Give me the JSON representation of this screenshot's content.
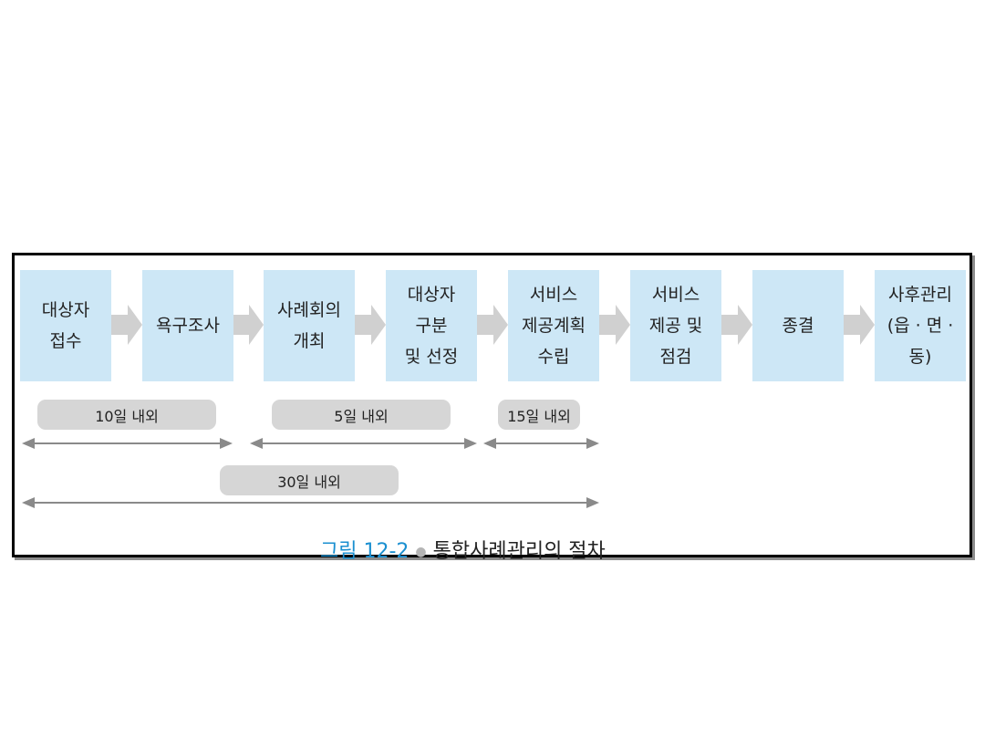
{
  "steps": [
    {
      "label": "대상자\n접수"
    },
    {
      "label": "욕구조사"
    },
    {
      "label": "사례회의\n개최"
    },
    {
      "label": "대상자\n구분\n및 선정"
    },
    {
      "label": "서비스\n제공계획\n수립"
    },
    {
      "label": "서비스\n제공 및\n점검"
    },
    {
      "label": "종결"
    },
    {
      "label": "사후관리\n(읍 · 면 ·\n동)"
    }
  ],
  "periods": [
    {
      "label": "10일 내외"
    },
    {
      "label": "5일 내외"
    },
    {
      "label": "15일 내외"
    },
    {
      "label": "30일 내외"
    }
  ],
  "caption": {
    "figure": "그림 12-2",
    "separator": "●",
    "title": "통합사례관리의 절차"
  },
  "colors": {
    "step_fill": "#cde7f6",
    "arrow_fill": "#d0d0d0",
    "period_fill": "#d6d6d6",
    "range_line": "#8a8a8a",
    "caption_figure": "#1a8fd0"
  }
}
